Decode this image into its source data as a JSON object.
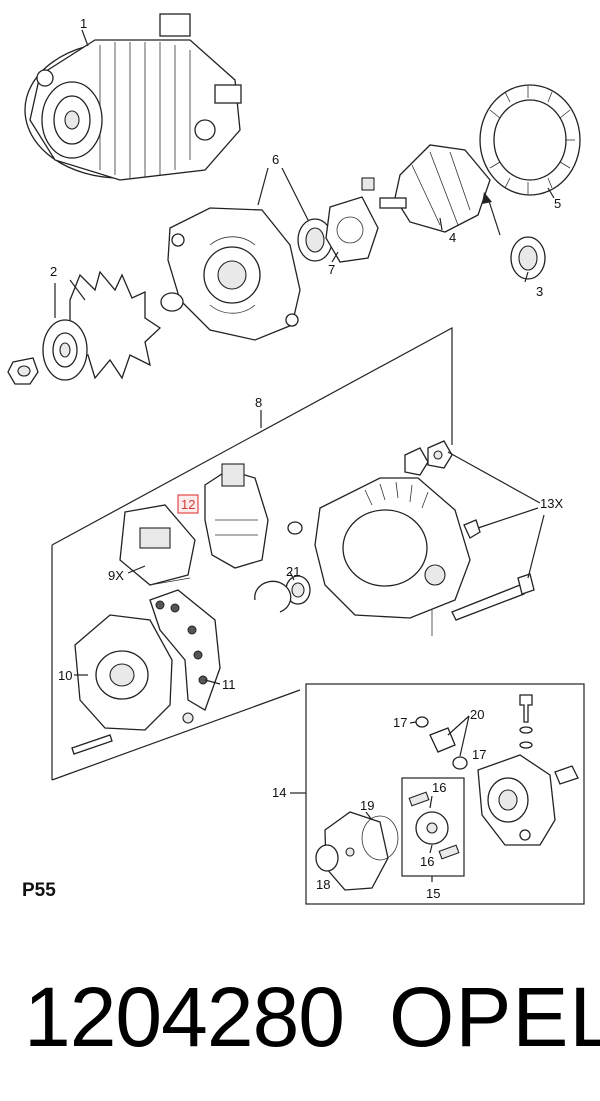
{
  "diagram": {
    "callouts": {
      "c1": "1",
      "c2": "2",
      "c3": "3",
      "c4": "4",
      "c5": "5",
      "c6": "6",
      "c7": "7",
      "c8": "8",
      "c9x": "9X",
      "c10": "10",
      "c11": "11",
      "c12": "12",
      "c13x": "13X",
      "c14": "14",
      "c15": "15",
      "c16a": "16",
      "c16b": "16",
      "c17a": "17",
      "c17b": "17",
      "c18": "18",
      "c19": "19",
      "c20": "20",
      "c21": "21"
    },
    "highlighted_callout": "12",
    "highlight_color": "#e24a4a"
  },
  "page_ref": "P55",
  "footer": {
    "part_number": "1204280",
    "brand": "OPEL"
  }
}
